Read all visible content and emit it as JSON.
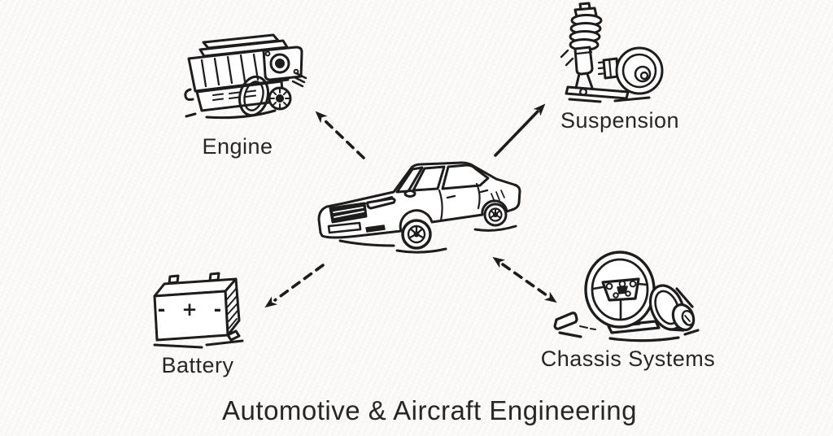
{
  "diagram": {
    "title": "Automotive & Aircraft Engineering",
    "style": "hand-drawn sketch on textured paper",
    "center_node": {
      "id": "car",
      "icon": "car-icon"
    },
    "nodes": [
      {
        "id": "engine",
        "label": "Engine",
        "icon": "engine-icon",
        "position": "top-left"
      },
      {
        "id": "suspension",
        "label": "Suspension",
        "icon": "suspension-icon",
        "position": "top-right"
      },
      {
        "id": "battery",
        "label": "Battery",
        "icon": "battery-icon",
        "position": "bottom-left"
      },
      {
        "id": "chassis_systems",
        "label": "Chassis Systems",
        "icon": "chassis-icon",
        "position": "bottom-right"
      }
    ],
    "battery_terminal_markings": "- + -",
    "connections": [
      {
        "from": "car",
        "to": "engine",
        "line": "dashed",
        "heads": "single"
      },
      {
        "from": "car",
        "to": "suspension",
        "line": "solid",
        "heads": "single"
      },
      {
        "from": "car",
        "to": "battery",
        "line": "dashed",
        "heads": "single"
      },
      {
        "from": "car",
        "to": "chassis_systems",
        "line": "dashed",
        "heads": "double"
      }
    ],
    "colors": {
      "ink": "#1d1d1d",
      "background": "#fcfbf9"
    }
  }
}
